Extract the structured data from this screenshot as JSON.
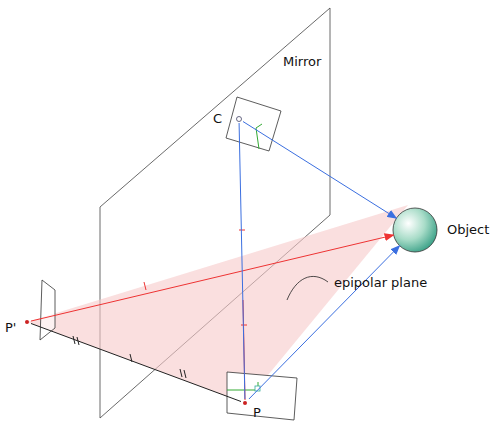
{
  "diagram": {
    "nodes": [
      {
        "text": [
          "C"
        ]
      },
      {
        "text": [
          "Object"
        ]
      },
      {
        "text": [
          "P'"
        ]
      },
      {
        "text": [
          "P"
        ]
      }
    ],
    "edges": [
      {
        "from": 0,
        "to": 1,
        "arrow": "to"
      },
      {
        "from": 3,
        "to": 1,
        "arrow": "to"
      },
      {
        "from": 2,
        "to": 1,
        "arrow": "to"
      },
      {
        "from": 0,
        "to": 3,
        "arrow": "none"
      },
      {
        "from": 2,
        "to": 3,
        "arrow": "none"
      }
    ],
    "labels": [
      "Mirror",
      "epipolar plane"
    ]
  }
}
